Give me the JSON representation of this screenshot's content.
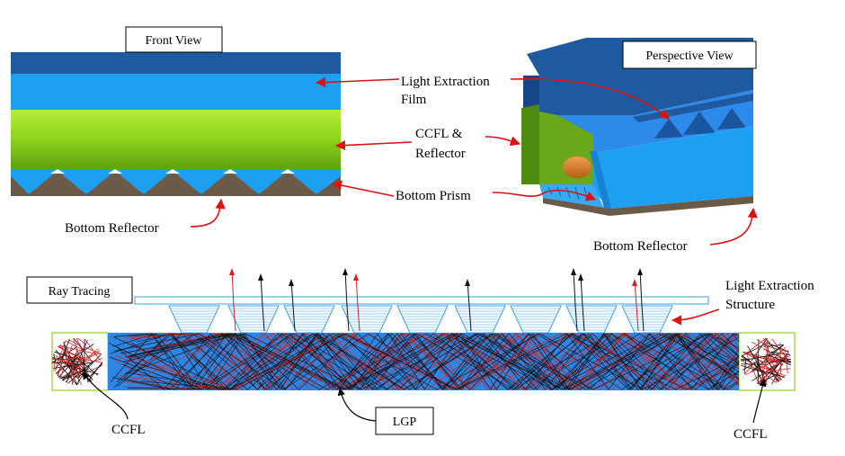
{
  "panels": {
    "front_view": {
      "title": "Front View"
    },
    "perspective_view": {
      "title": "Perspective View"
    },
    "ray_tracing": {
      "title": "Ray Tracing"
    }
  },
  "labels": {
    "light_extraction_film": [
      "Light Extraction",
      "Film"
    ],
    "ccfl_reflector": [
      "CCFL &",
      "Reflector"
    ],
    "bottom_prism": "Bottom Prism",
    "bottom_reflector_front": "Bottom Reflector",
    "bottom_reflector_perspective": "Bottom Reflector",
    "light_extraction_structure": [
      "Light Extraction",
      "Structure"
    ],
    "ccfl_left": "CCFL",
    "ccfl_right": "CCFL",
    "lgp": "LGP"
  },
  "colors": {
    "dark_blue": "#1f5aa0",
    "light_blue": "#1ea0f0",
    "green": "#8fd61c",
    "brown": "#6b5a48",
    "arrow_red": "#e01010",
    "ray_red": "#d82020",
    "ray_black": "#101010",
    "lgp_blue": "#2d86e6",
    "structure_outline": "#3f9fe0"
  }
}
